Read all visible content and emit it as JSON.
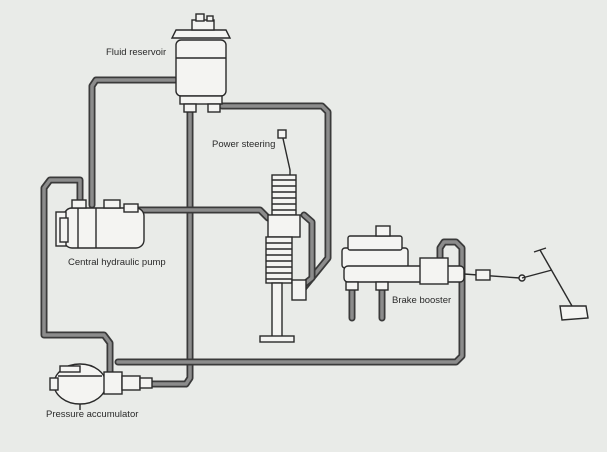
{
  "labels": {
    "fluid_reservoir": "Fluid reservoir",
    "power_steering": "Power steering",
    "central_pump": "Central hydraulic pump",
    "brake_booster": "Brake booster",
    "pressure_accumulator": "Pressure accumulator"
  },
  "colors": {
    "background": "#e9ebe8",
    "pipe_outline": "#3a3a3a",
    "pipe_fill": "#8c8c8c",
    "component_fill": "#f4f4f2",
    "ink": "#2a2a2a"
  }
}
